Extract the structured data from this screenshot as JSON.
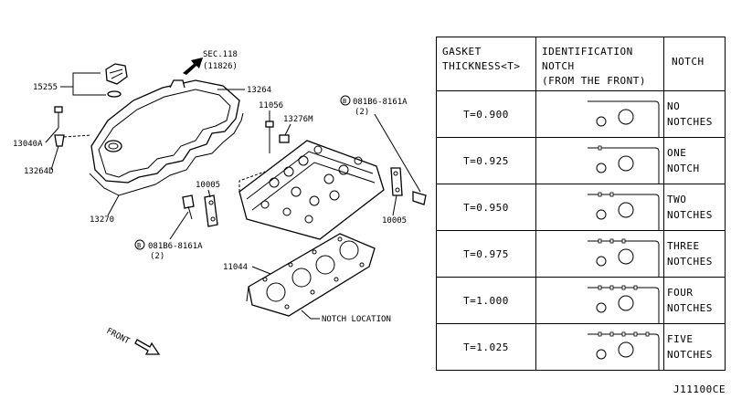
{
  "callouts": {
    "p15255": "15255",
    "sec118": "SEC.118",
    "sec118_ref": "(11826)",
    "p13264": "13264",
    "p11056": "11056",
    "p13276m": "13276M",
    "bolt_top": "081B6-8161A",
    "bolt_top_qty": "(2)",
    "bolt_marker": "B",
    "p13040a": "13040A",
    "p13264d": "13264D",
    "p10005_left": "10005",
    "p10005_right": "10005",
    "p13270": "13270",
    "bolt_bottom": "081B6-8161A",
    "bolt_bottom_qty": "(2)",
    "p11044": "11044",
    "notch_location": "NOTCH LOCATION",
    "front": "FRONT"
  },
  "table": {
    "headers": {
      "thickness": [
        "GASKET",
        "THICKNESS<T>"
      ],
      "identification": [
        "IDENTIFICATION",
        "NOTCH",
        "(FROM THE FRONT)"
      ],
      "notch": "NOTCH"
    },
    "rows": [
      {
        "thickness": "T=0.900",
        "notch_lines": [
          "NO",
          "NOTCHES"
        ],
        "notches": 0
      },
      {
        "thickness": "T=0.925",
        "notch_lines": [
          "ONE",
          "NOTCH"
        ],
        "notches": 1
      },
      {
        "thickness": "T=0.950",
        "notch_lines": [
          "TWO",
          "NOTCHES"
        ],
        "notches": 2
      },
      {
        "thickness": "T=0.975",
        "notch_lines": [
          "THREE",
          "NOTCHES"
        ],
        "notches": 3
      },
      {
        "thickness": "T=1.000",
        "notch_lines": [
          "FOUR",
          "NOTCHES"
        ],
        "notches": 4
      },
      {
        "thickness": "T=1.025",
        "notch_lines": [
          "FIVE",
          "NOTCHES"
        ],
        "notches": 5
      }
    ]
  },
  "drawing_code": "J11100CE"
}
